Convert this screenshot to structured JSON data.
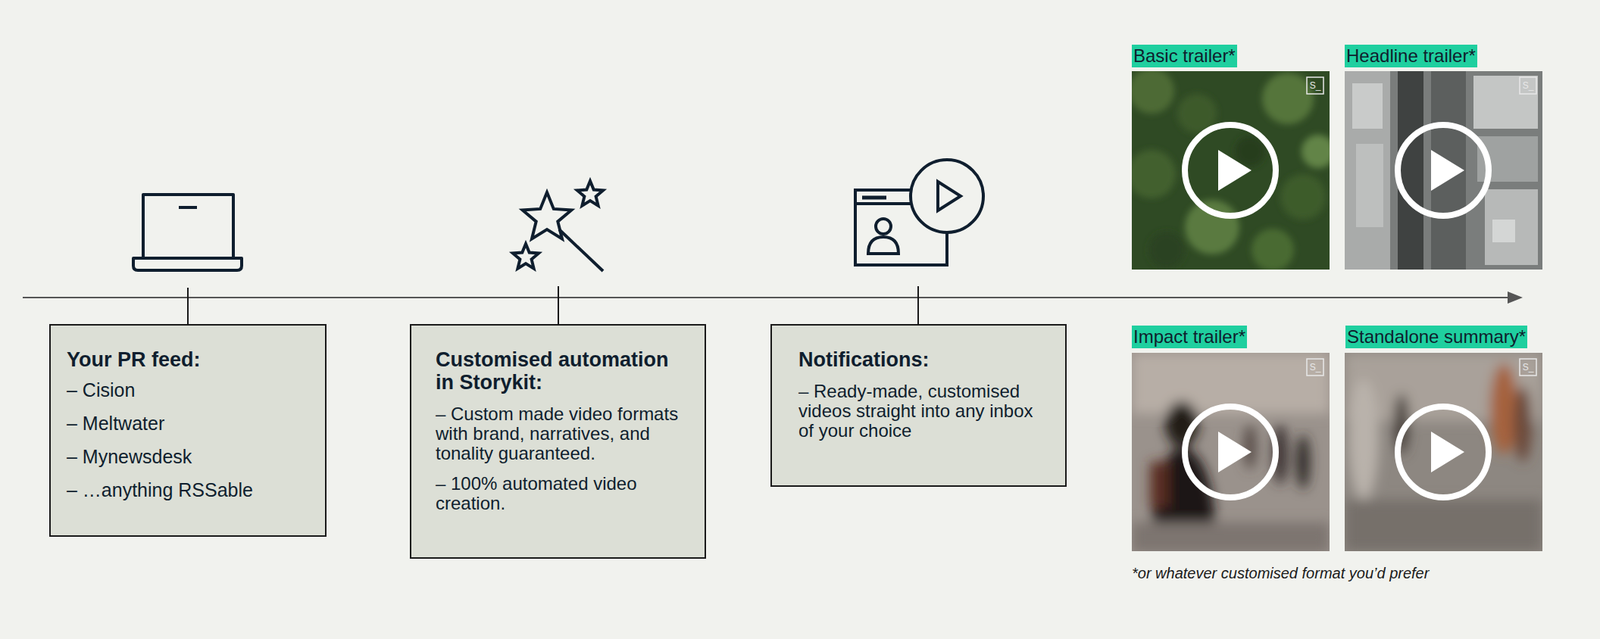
{
  "diagram": {
    "nodes": [
      {
        "text": [
          "Your PR feed:",
          "– Cision",
          "– Meltwater",
          "– Mynewsdesk",
          "– …anything RSSable"
        ]
      },
      {
        "text": [
          "Customised automation in Storykit:",
          "– Custom made video formats with brand, narratives, and tonality guaranteed.",
          "– 100% automated video creation."
        ]
      },
      {
        "text": [
          "Notifications:",
          "– Ready-made, customised videos straight into any inbox of your choice"
        ]
      },
      {
        "text": [
          "Basic trailer*"
        ]
      },
      {
        "text": [
          "Headline trailer*"
        ]
      },
      {
        "text": [
          "Impact trailer*"
        ]
      },
      {
        "text": [
          "Standalone summary*"
        ]
      }
    ],
    "labels": [
      "S_",
      "S_",
      "S_",
      "S_",
      "*or whatever customised format you’d prefer"
    ]
  }
}
